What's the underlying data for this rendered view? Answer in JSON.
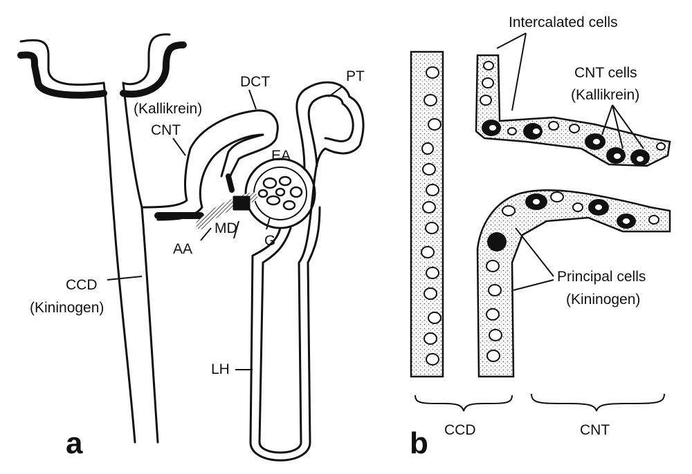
{
  "panel_a": {
    "letter": "a",
    "labels": {
      "kallikrein": "(Kallikrein)",
      "cnt": "CNT",
      "dct": "DCT",
      "pt": "PT",
      "ea": "EA",
      "md": "MD",
      "aa": "AA",
      "g": "G",
      "ccd": "CCD",
      "kininogen": "(Kininogen)",
      "lh": "LH"
    }
  },
  "panel_b": {
    "letter": "b",
    "labels": {
      "intercalated": "Intercalated cells",
      "cnt_cells": "CNT cells",
      "kallikrein": "(Kallikrein)",
      "principal": "Principal cells",
      "kininogen": "(Kininogen)",
      "ccd": "CCD",
      "cnt": "CNT"
    }
  },
  "colors": {
    "ink": "#111111",
    "paper": "#ffffff",
    "stipple": "#9a9a9a"
  }
}
